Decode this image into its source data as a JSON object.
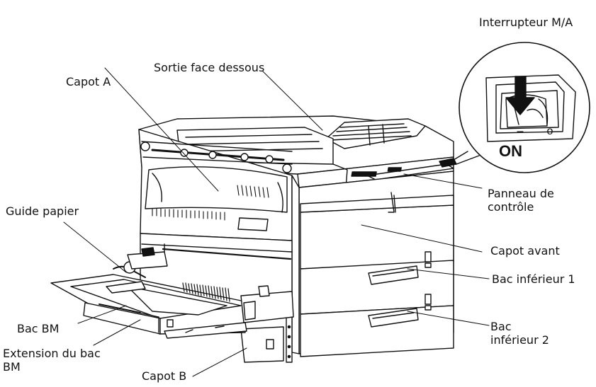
{
  "labels": {
    "power_switch": "Interrupteur M/A",
    "face_down_exit": "Sortie face dessous",
    "cover_a": "Capot A",
    "control_panel_line1": "Panneau de",
    "control_panel_line2": "contrôle",
    "paper_guide": "Guide papier",
    "front_cover": "Capot avant",
    "lower_tray_1": "Bac inférieur 1",
    "mp_tray": "Bac BM",
    "lower_tray_2_line1": "Bac",
    "lower_tray_2_line2": "inférieur 2",
    "mp_tray_extension_line1": "Extension du bac",
    "mp_tray_extension_line2": "BM",
    "cover_b": "Capot B"
  },
  "switch_inset": {
    "state_text": "ON",
    "off_symbol": "–",
    "on_symbol": "o"
  },
  "colors": {
    "line": "#111111",
    "body": "#ffffff",
    "shade": "#444444"
  }
}
